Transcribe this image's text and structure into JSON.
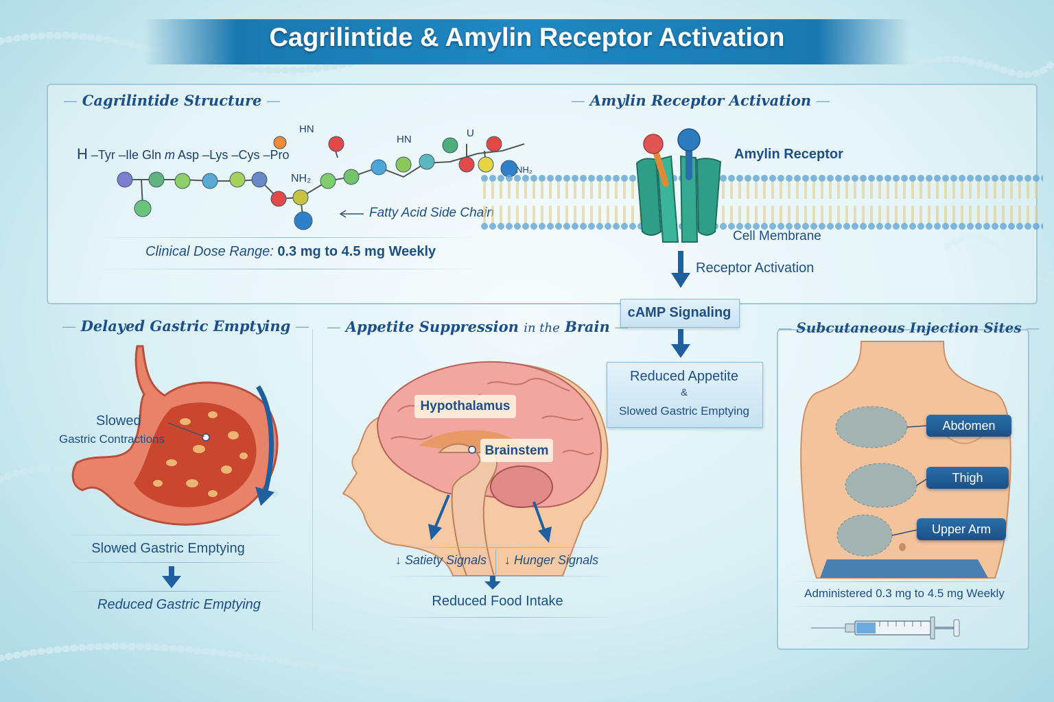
{
  "title": "Cagrilintide & Amylin Receptor Activation",
  "structure": {
    "title": "Cagrilintide Structure",
    "sequence": [
      "H",
      "Tyr",
      "Ile",
      "Gln",
      "m",
      "Asp",
      "Lys",
      "Cys",
      "Pro"
    ],
    "labels": [
      "HN",
      "HN",
      "U",
      "NH₂",
      "NH₂"
    ],
    "fatty_acid": "Fatty Acid Side Chain",
    "dose_label": "Clinical Dose Range:",
    "dose_value": "0.3 mg to 4.5 mg Weekly"
  },
  "receptor": {
    "title": "Amylin Receptor Activation",
    "receptor_label": "Amylin Receptor",
    "membrane_label": "Cell Membrane",
    "activation_label": "Receptor Activation",
    "camp": "cAMP Signaling",
    "outcome_1": "Reduced Appetite",
    "outcome_amp": "&",
    "outcome_2": "Slowed Gastric Emptying"
  },
  "gastric": {
    "title": "Delayed Gastric Emptying",
    "contraction_1": "Slowed",
    "contraction_2": "Gastric Contractions",
    "result_1": "Slowed Gastric Emptying",
    "result_2": "Reduced Gastric Emptying"
  },
  "brain": {
    "title_main": "Appetite Suppression",
    "title_in": "in the",
    "title_end": "Brain",
    "hypothalamus": "Hypothalamus",
    "brainstem": "Brainstem",
    "satiety": "Satiety Signals",
    "hunger": "Hunger Signals",
    "result": "Reduced Food Intake"
  },
  "injection": {
    "title": "Subcutaneous Injection Sites",
    "sites": [
      "Abdomen",
      "Thigh",
      "Upper Arm"
    ],
    "note": "Administered 0.3 mg to 4.5 mg Weekly"
  },
  "colors": {
    "title_bar": "#1f88c2",
    "heading": "#1c4f87",
    "pill": "#1b5088",
    "receptor": "#2fa58a"
  }
}
